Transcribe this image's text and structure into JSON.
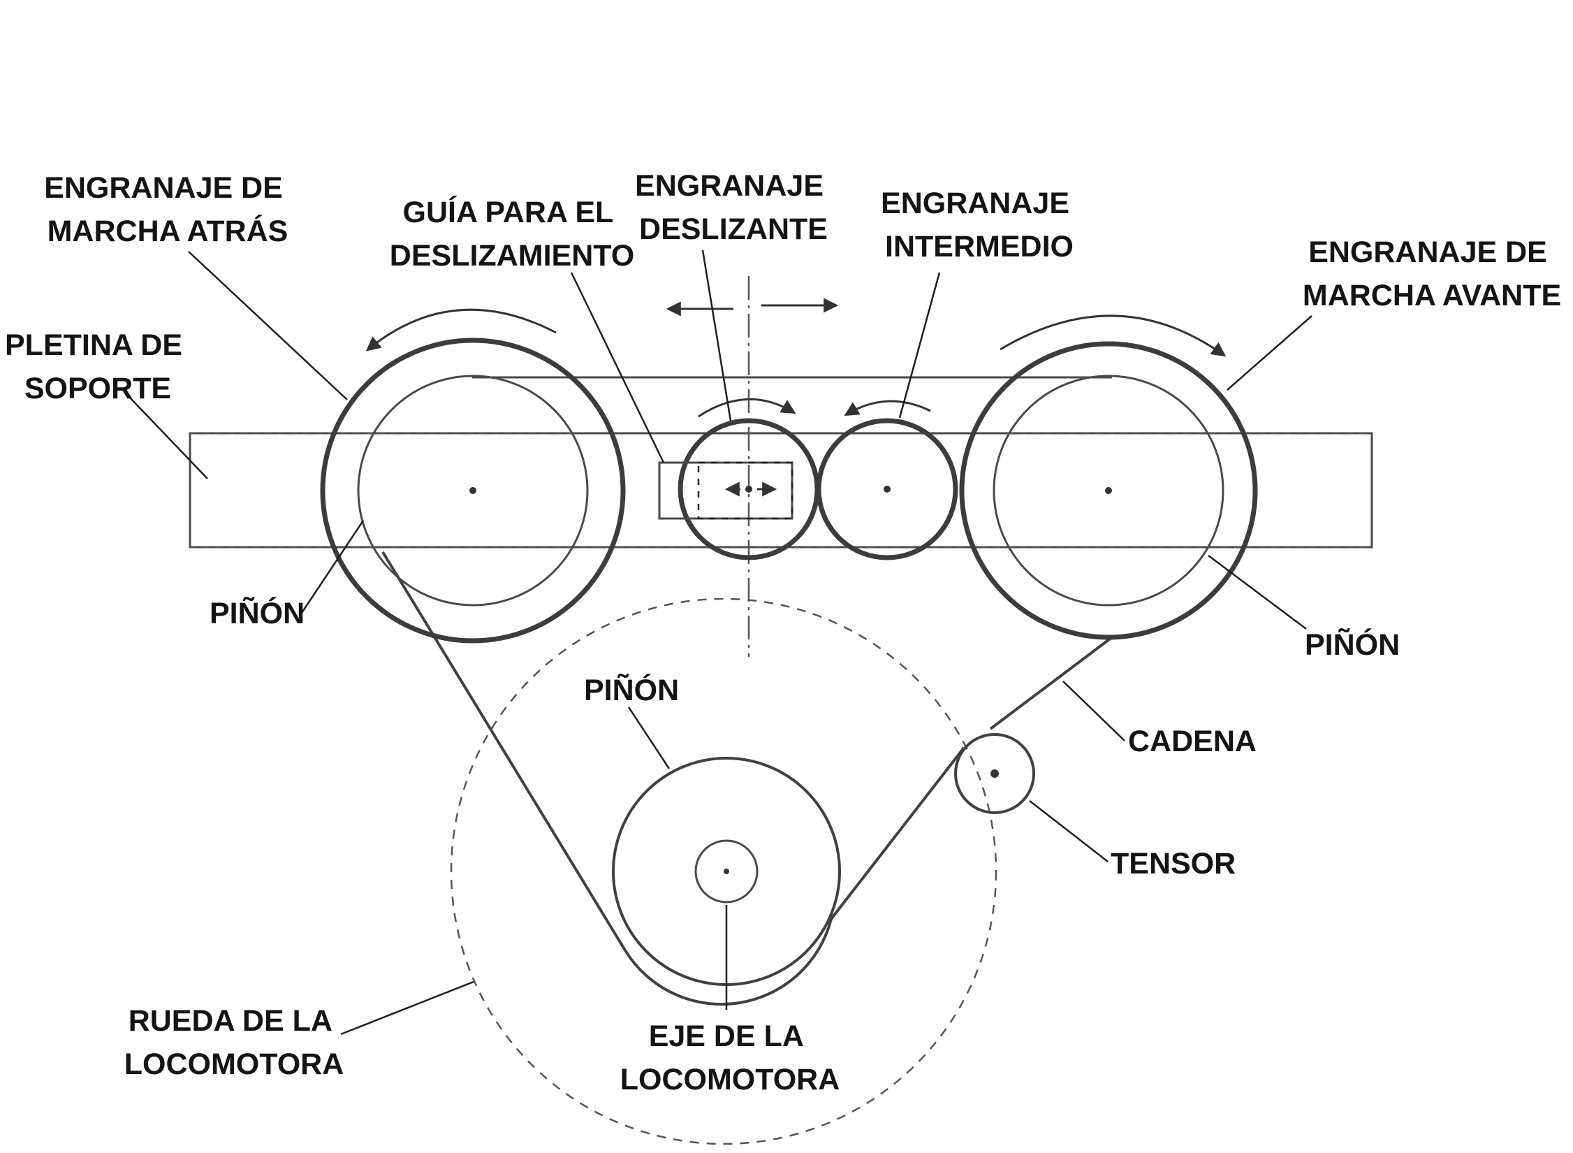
{
  "labels": {
    "reverse_gear": [
      "ENGRANAJE DE",
      "MARCHA ATRÁS"
    ],
    "slide_guide": [
      "GUÍA PARA EL",
      "DESLIZAMIENTO"
    ],
    "sliding_gear": [
      "ENGRANAJE",
      "DESLIZANTE"
    ],
    "idler_gear": [
      "ENGRANAJE",
      "INTERMEDIO"
    ],
    "forward_gear": [
      "ENGRANAJE DE",
      "MARCHA AVANTE"
    ],
    "support_plate": [
      "PLETINA DE",
      "SOPORTE"
    ],
    "pinion_left": "PIÑÓN",
    "pinion_right": "PIÑÓN",
    "pinion_axle": "PIÑÓN",
    "chain": "CADENA",
    "tensioner": "TENSOR",
    "loco_wheel": [
      "RUEDA DE LA",
      "LOCOMOTORA"
    ],
    "loco_axle": [
      "EJE DE LA",
      "LOCOMOTORA"
    ]
  }
}
